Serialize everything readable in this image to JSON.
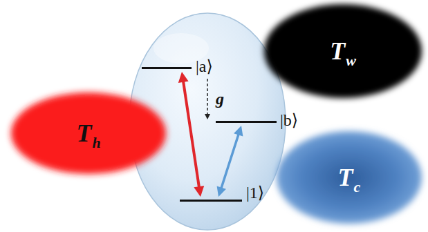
{
  "diagram": {
    "nodes": [
      {
        "text": [
          "T",
          "h"
        ]
      },
      {
        "text": [
          "T",
          "w"
        ]
      },
      {
        "text": [
          "T",
          "c"
        ]
      },
      {
        "text": [
          "|a⟩"
        ]
      },
      {
        "text": [
          "|b⟩"
        ]
      },
      {
        "text": [
          "|1⟩"
        ]
      }
    ],
    "edges": [
      {
        "from": 3,
        "to": 5,
        "arrow": "both"
      },
      {
        "from": 4,
        "to": 5,
        "arrow": "both"
      },
      {
        "from": 3,
        "to": 4,
        "arrow": "to",
        "label": "g"
      }
    ]
  }
}
